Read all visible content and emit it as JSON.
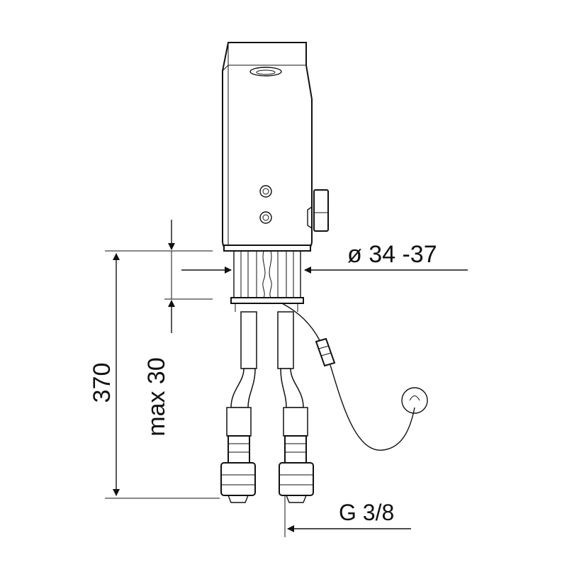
{
  "dimensions": {
    "total_height": "370",
    "max_deck_thickness": "max 30",
    "hole_diameter": "ø 34 -37",
    "connection_thread": "G 3/8"
  },
  "colors": {
    "line": "#111111",
    "background": "#ffffff"
  }
}
